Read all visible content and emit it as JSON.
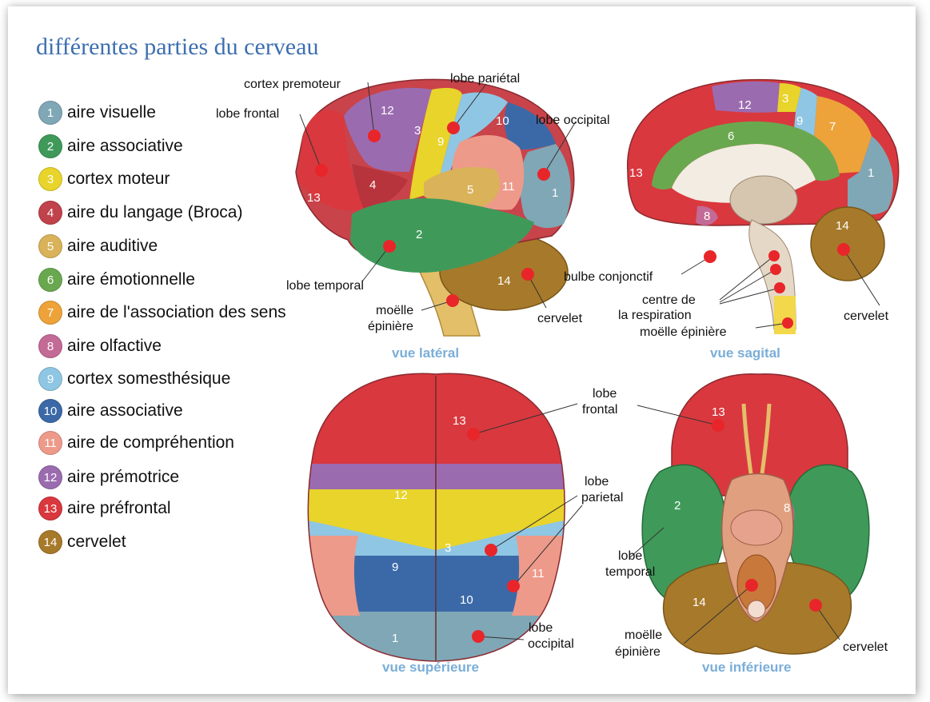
{
  "title": "différentes parties du cerveau",
  "legend": [
    {
      "number": "1",
      "label": "aire visuelle",
      "color": "#7fa7b6"
    },
    {
      "number": "2",
      "label": "aire associative",
      "color": "#3f9a5a"
    },
    {
      "number": "3",
      "label": "cortex moteur",
      "color": "#e8d42a"
    },
    {
      "number": "4",
      "label": "aire du langage (Broca)",
      "color": "#c0424a"
    },
    {
      "number": "5",
      "label": "aire auditive",
      "color": "#d9b25a"
    },
    {
      "number": "6",
      "label": "aire émotionnelle",
      "color": "#6aa84f"
    },
    {
      "number": "7",
      "label": "aire de l'association des sens",
      "color": "#eda33a"
    },
    {
      "number": "8",
      "label": "aire olfactive",
      "color": "#c46a96"
    },
    {
      "number": "9",
      "label": "cortex somesthésique",
      "color": "#8fc6e4"
    },
    {
      "number": "10",
      "label": "aire associative",
      "color": "#3b69a8"
    },
    {
      "number": "11",
      "label": "aire de compréhention",
      "color": "#ee9a8a"
    },
    {
      "number": "12",
      "label": "aire prémotrice",
      "color": "#9b6bb0"
    },
    {
      "number": "13",
      "label": "aire préfrontal",
      "color": "#d9383e"
    },
    {
      "number": "14",
      "label": "cervelet",
      "color": "#a7792a"
    }
  ],
  "views": {
    "lateral": {
      "caption": "vue latéral",
      "labels": {
        "cortex_premoteur": "cortex premoteur",
        "lobe_parietal": "lobe pariétal",
        "lobe_frontal": "lobe frontal",
        "lobe_occipital": "lobe occipital",
        "lobe_temporal": "lobe temporal",
        "moelle_line1": "moëlle",
        "moelle_line2": "épinière",
        "cervelet": "cervelet"
      }
    },
    "sagittal": {
      "caption": "vue sagital",
      "labels": {
        "bulbe": "bulbe conjonctif",
        "centre_line1": "centre de",
        "centre_line2": "la respiration",
        "moelle": "moëlle épinière",
        "cervelet": "cervelet"
      }
    },
    "superior": {
      "caption": "vue supérieure",
      "labels": {
        "frontal_line1": "lobe",
        "frontal_line2": "frontal",
        "parietal_line1": "lobe",
        "parietal_line2": "parietal",
        "occipital_line1": "lobe",
        "occipital_line2": "occipital"
      }
    },
    "inferior": {
      "caption": "vue inférieure",
      "labels": {
        "temporal_line1": "lobe",
        "temporal_line2": "temporal",
        "moelle_line1": "moëlle",
        "moelle_line2": "épinière",
        "cervelet": "cervelet"
      }
    }
  },
  "colors": {
    "title": "#3d6fb0",
    "caption": "#7aaed8",
    "marker": "#e8262a"
  }
}
